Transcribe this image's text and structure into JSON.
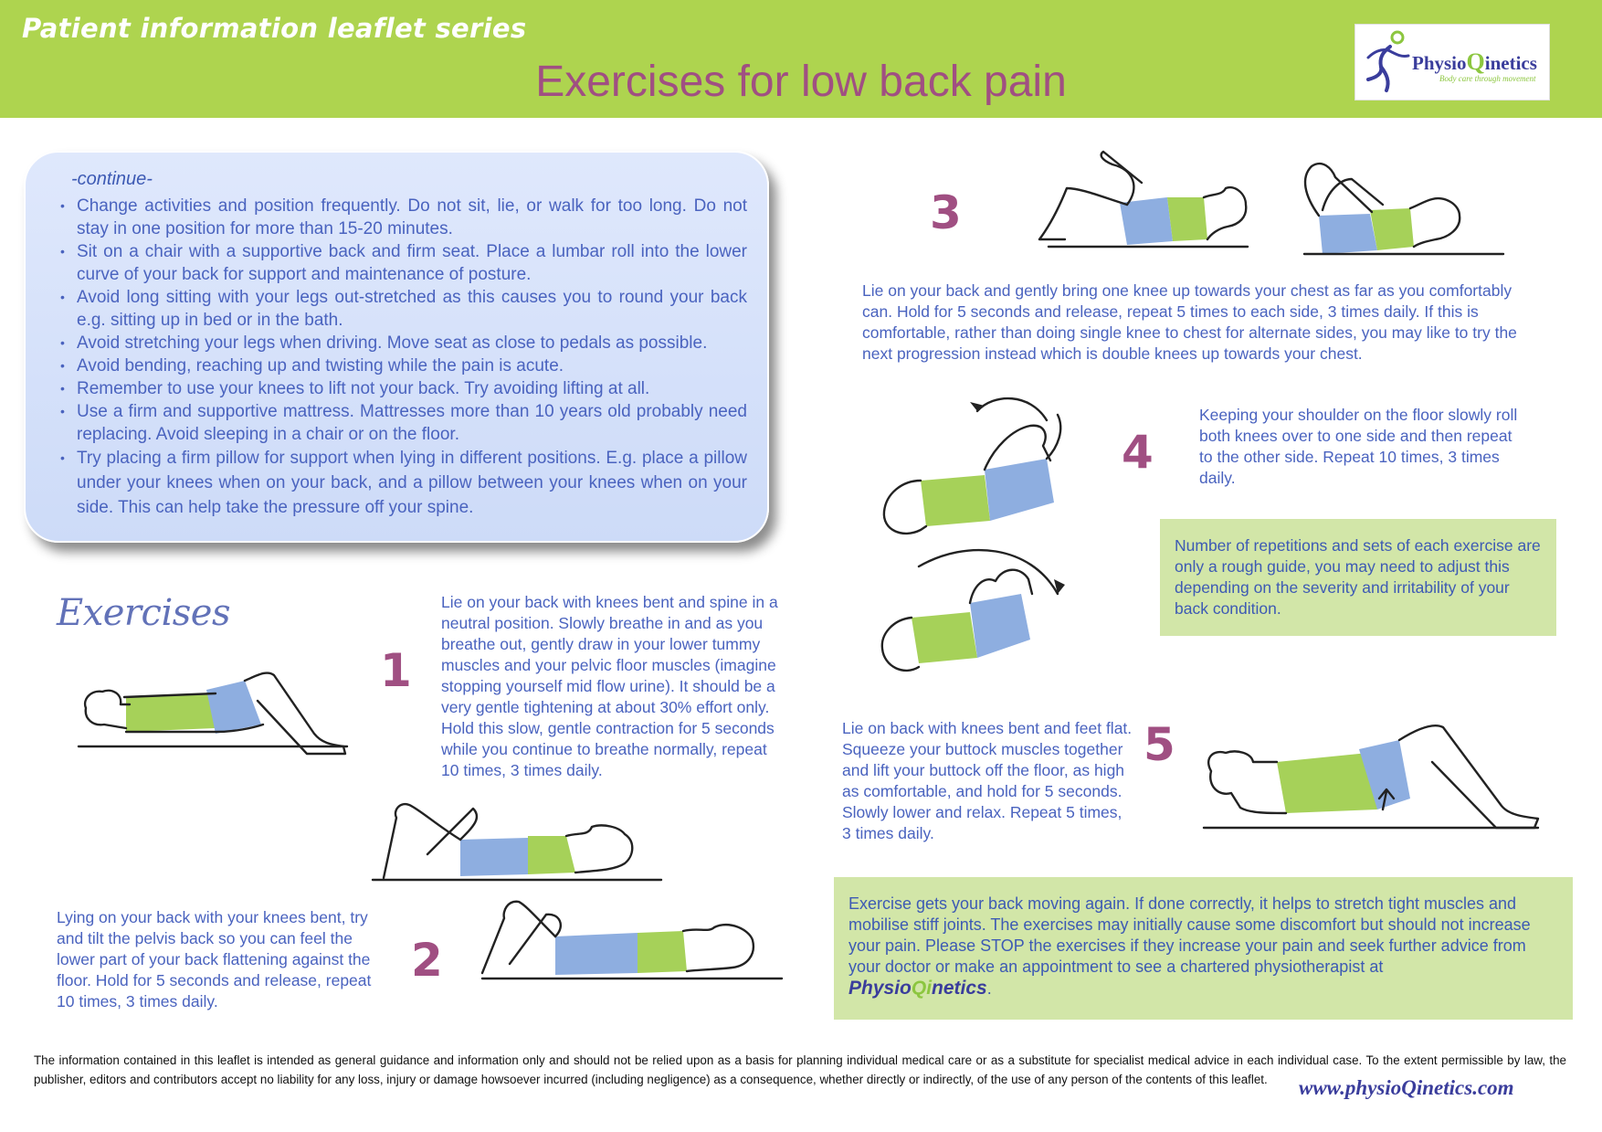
{
  "header": {
    "series": "Patient information leaflet series",
    "title": "Exercises for low back pain",
    "logo": {
      "text_pre": "Physio",
      "text_q": "Q",
      "text_post": "inetics",
      "tagline": "Body care through movement"
    }
  },
  "continue_box": {
    "label": "-continue-",
    "items": [
      "Change activities and position frequently. Do not sit, lie, or walk for too long. Do not stay in one position for more than 15-20 minutes.",
      "Sit on a chair with a supportive back and firm seat. Place a lumbar roll into the lower curve of your back for support and maintenance of posture.",
      "Avoid long sitting with your legs out-stretched as this causes you to round your back e.g. sitting up in bed or in the bath.",
      "Avoid stretching your legs when driving. Move seat as close to pedals as possible.",
      "Avoid bending, reaching up and twisting while the pain is acute.",
      "Remember to use your knees to lift not your back. Try avoiding lifting at all.",
      "Use a firm and supportive mattress. Mattresses more than 10 years old probably need replacing. Avoid sleeping in a chair or on the floor.",
      "Try placing a firm pillow for support when lying in different positions. E.g. place a pillow under your knees when on your back, and a pillow between your knees when on your side. This can help take the pressure off your spine."
    ]
  },
  "exercises_heading": "Exercises",
  "exercises": [
    {
      "number": "1",
      "text": "Lie on your back with knees bent and spine in a neutral position. Slowly breathe in and as you breathe out, gently draw in your lower tummy muscles and your pelvic floor muscles (imagine stopping yourself mid flow urine).   It should be a very gentle tightening at about 30% effort only. Hold this slow, gentle contraction for 5 seconds while you continue to breathe normally, repeat 10 times, 3 times daily."
    },
    {
      "number": "2",
      "text": "Lying on your back with your knees bent, try and tilt the pelvis back so you can feel the lower part of your back flattening against the floor. Hold for 5 seconds and release, repeat 10 times, 3 times daily."
    },
    {
      "number": "3",
      "text": "Lie on your back and gently bring one knee up towards your chest as far as you comfortably can. Hold for 5 seconds and release, repeat 5 times to each side, 3 times daily. If this is comfortable, rather than doing single knee to chest for alternate sides, you may like to try the next progression instead which is double knees up towards your chest."
    },
    {
      "number": "4",
      "text": "Keeping your shoulder on the floor slowly roll both knees over to one side and then repeat to the other side.  Repeat 10 times, 3 times daily."
    },
    {
      "number": "5",
      "text": "Lie on back with knees bent and feet flat. Squeeze your buttock muscles together and lift your buttock off the floor, as high as comfortable, and hold for 5 seconds. Slowly lower and relax. Repeat 5 times, 3 times daily."
    }
  ],
  "note": "Number of repetitions and sets of each exercise are only a rough guide, you may need to adjust this depending on the severity and irritability of your back condition.",
  "final_note": {
    "text": "Exercise gets your back moving again. If done correctly, it helps to stretch tight muscles and mobilise stiff joints. The exercises may initially cause some discomfort but should not increase your pain.  Please STOP the exercises if they increase your pain and seek further advice from your doctor or make an appointment to see a chartered physiotherapist at",
    "brand_pre": "Physio",
    "brand_q": "Qi",
    "brand_post": "netics",
    "period": "."
  },
  "disclaimer": "The information contained in this leaflet is intended as general guidance and information only and should not be relied upon as a basis for planning individual medical care or as a substitute for specialist medical advice in each individual case. To the extent permissible by law, the publisher, editors and contributors accept no liability for any loss, injury or damage howsoever incurred (including negligence) as a consequence, whether directly or indirectly, of the use of any person of the contents of this leaflet.",
  "website": "www.physioQinetics.com",
  "colors": {
    "header_green": "#aed44f",
    "title_purple": "#a04f82",
    "text_blue": "#4a63bf",
    "note_green": "#d2e6a8",
    "box_blue": "#d7e2fa"
  }
}
